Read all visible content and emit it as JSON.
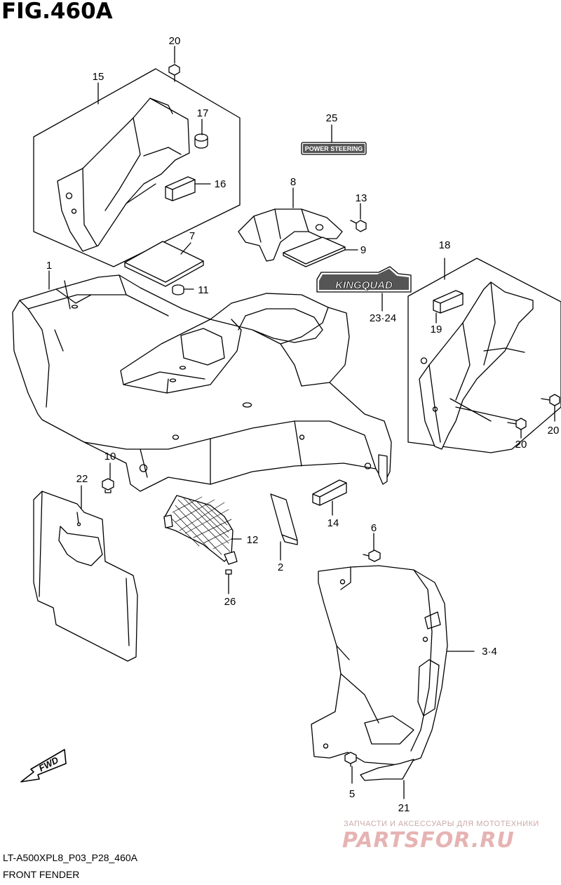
{
  "figure": {
    "title": "FIG.460A",
    "code": "LT-A500XPL8_P03_P28_460A",
    "section": "FRONT FENDER"
  },
  "callouts": {
    "c1": "1",
    "c2": "2",
    "c34": "3·4",
    "c5": "5",
    "c6": "6",
    "c7": "7",
    "c8": "8",
    "c9": "9",
    "c10": "10",
    "c11": "11",
    "c12": "12",
    "c13": "13",
    "c14": "14",
    "c15": "15",
    "c16": "16",
    "c17": "17",
    "c18": "18",
    "c19": "19",
    "c20a": "20",
    "c20b": "20",
    "c20c": "20",
    "c21": "21",
    "c22": "22",
    "c2324": "23·24",
    "c25": "25",
    "c26": "26"
  },
  "labels": {
    "power_steering": "POWER STEERING",
    "kingquad": "KINGQUAD",
    "fwd": "FWD"
  },
  "watermark": {
    "caption": "ЗАПЧАСТИ И АКСЕССУАРЫ ДЛЯ МОТОТЕХНИКИ",
    "logo": "PARTSFOR.RU"
  }
}
